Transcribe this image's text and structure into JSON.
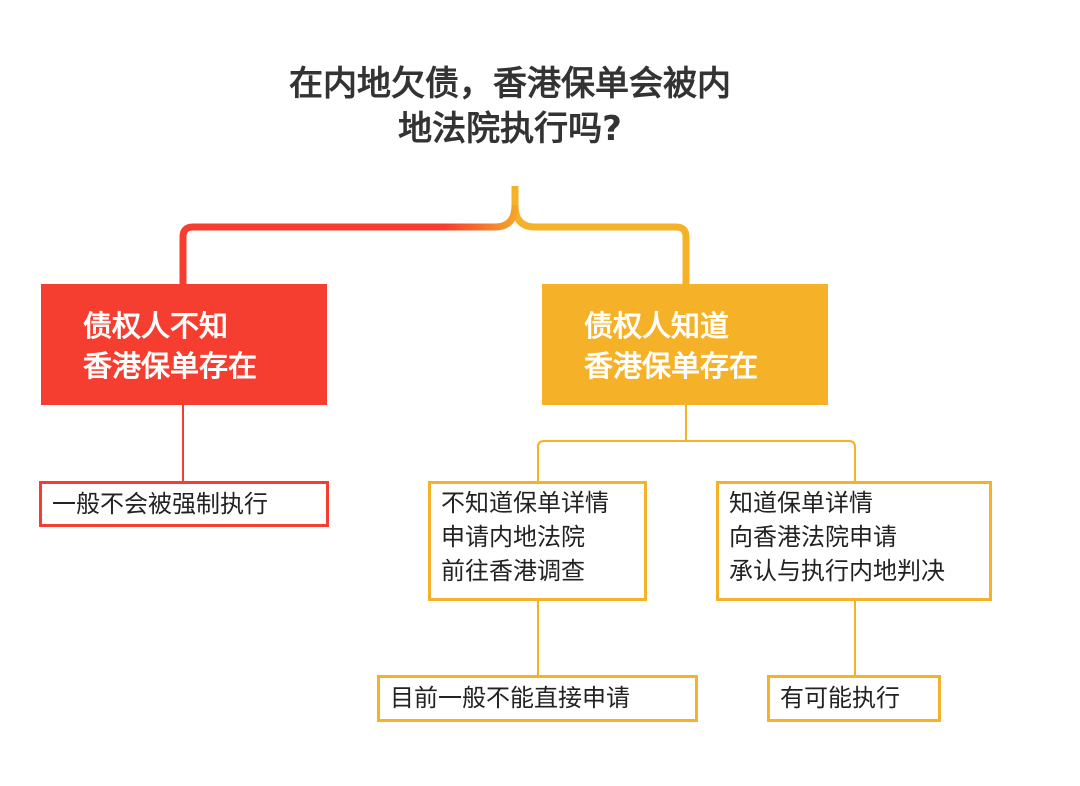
{
  "title": {
    "line1": "在内地欠债，香港保单会被内",
    "line2": "地法院执行吗?"
  },
  "colors": {
    "red": "#f53e30",
    "yellow": "#f5b128",
    "text_dark": "#333333"
  },
  "nodes": {
    "left_branch": {
      "line1": "债权人不知",
      "line2": "香港保单存在"
    },
    "right_branch": {
      "line1": "债权人知道",
      "line2": "香港保单存在"
    },
    "left_result": {
      "text": "一般不会被强制执行"
    },
    "right_mid_left": {
      "line1": "不知道保单详情",
      "line2": "申请内地法院",
      "line3": "前往香港调查"
    },
    "right_mid_right": {
      "line1": "知道保单详情",
      "line2": "向香港法院申请",
      "line3": "承认与执行内地判决"
    },
    "right_bottom_left": {
      "text": "目前一般不能直接申请"
    },
    "right_bottom_right": {
      "text": "有可能执行"
    }
  }
}
